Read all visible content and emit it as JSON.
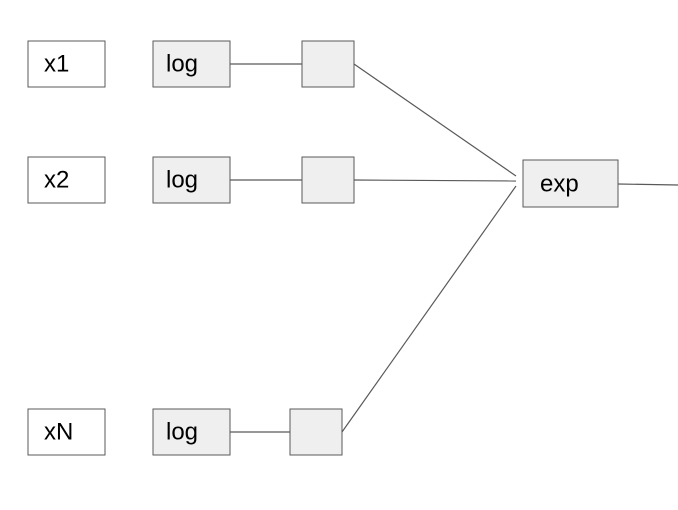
{
  "rows": [
    {
      "input_label": "x1",
      "op_label": "log"
    },
    {
      "input_label": "x2",
      "op_label": "log"
    },
    {
      "input_label": "xN",
      "op_label": "log"
    }
  ],
  "output_node": {
    "label": "exp"
  },
  "colors": {
    "stroke": "#595959",
    "op_fill": "#efefef",
    "input_fill": "#ffffff",
    "text": "#000000"
  }
}
